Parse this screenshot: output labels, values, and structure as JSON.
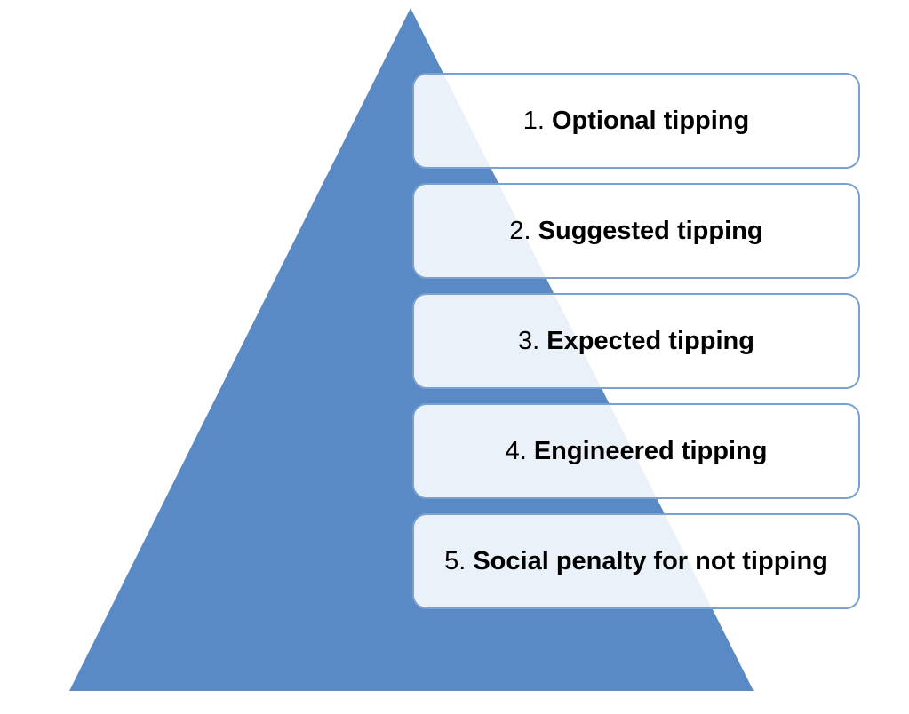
{
  "diagram": {
    "type": "pyramid",
    "pyramid_color": "#5a8ac6",
    "box_border_color": "#7aa0cf",
    "levels": [
      {
        "number": "1.",
        "label": "Optional tipping"
      },
      {
        "number": "2.",
        "label": "Suggested tipping"
      },
      {
        "number": "3.",
        "label": "Expected tipping"
      },
      {
        "number": "4.",
        "label": "Engineered tipping"
      },
      {
        "number": "5.",
        "label": "Social penalty for not tipping"
      }
    ]
  }
}
